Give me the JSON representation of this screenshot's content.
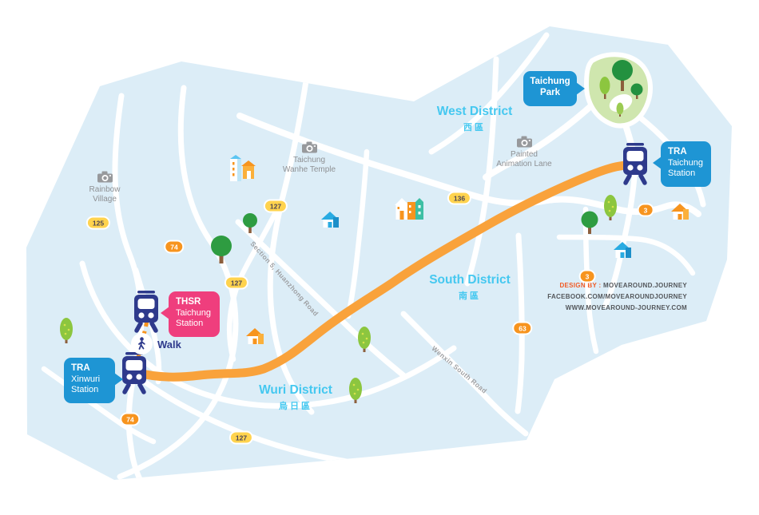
{
  "stations": {
    "tra_taichung": {
      "line1": "TRA",
      "line2": "Taichung",
      "line3": "Station"
    },
    "thsr_taichung": {
      "line1": "THSR",
      "line2": "Taichung",
      "line3": "Station"
    },
    "tra_xinwuri": {
      "line1": "TRA",
      "line2": "Xinwuri",
      "line3": "Station"
    }
  },
  "park": {
    "line1": "Taichung",
    "line2": "Park"
  },
  "districts": [
    {
      "en": "West District",
      "zh": "西區"
    },
    {
      "en": "South District",
      "zh": "南區"
    },
    {
      "en": "Wuri District",
      "zh": "烏日區"
    }
  ],
  "landmarks": [
    {
      "line1": "Rainbow",
      "line2": "Village"
    },
    {
      "line1": "Taichung",
      "line2": "Wanhe Temple"
    },
    {
      "line1": "Painted",
      "line2": "Animation Lane"
    }
  ],
  "road_labels": [
    "Section 5, Huanzhong Road",
    "Wenxin South Road"
  ],
  "badges": [
    {
      "value": "125",
      "type": "yellow"
    },
    {
      "value": "74",
      "type": "orange"
    },
    {
      "value": "127",
      "type": "yellow"
    },
    {
      "value": "127",
      "type": "yellow"
    },
    {
      "value": "136",
      "type": "yellow"
    },
    {
      "value": "127",
      "type": "yellow"
    },
    {
      "value": "74",
      "type": "orange"
    },
    {
      "value": "63",
      "type": "orange"
    },
    {
      "value": "3",
      "type": "orange"
    },
    {
      "value": "3",
      "type": "orange"
    }
  ],
  "walk": {
    "label": "Walk"
  },
  "credits": {
    "prefix": "DESIGN BY :",
    "name": " MOVEAROUND.JOURNEY",
    "facebook": "FACEBOOK.COM/MOVEAROUNDJOURNEY",
    "website": "WWW.MOVEAROUND-JOURNEY.COM"
  },
  "colors": {
    "map_fill": "#DCEDF7",
    "route_orange": "#F9A23B",
    "walk_dash": "#F7941E",
    "station_blue": "#1E95D4",
    "station_pink": "#EF3E7D",
    "train_navy": "#2E3A8C",
    "district_cyan": "#45C8F0",
    "badge_yellow": "#FFD34E",
    "badge_orange": "#F7941E",
    "park_green": "#CFE6AE",
    "credit_orange": "#F15A24"
  }
}
